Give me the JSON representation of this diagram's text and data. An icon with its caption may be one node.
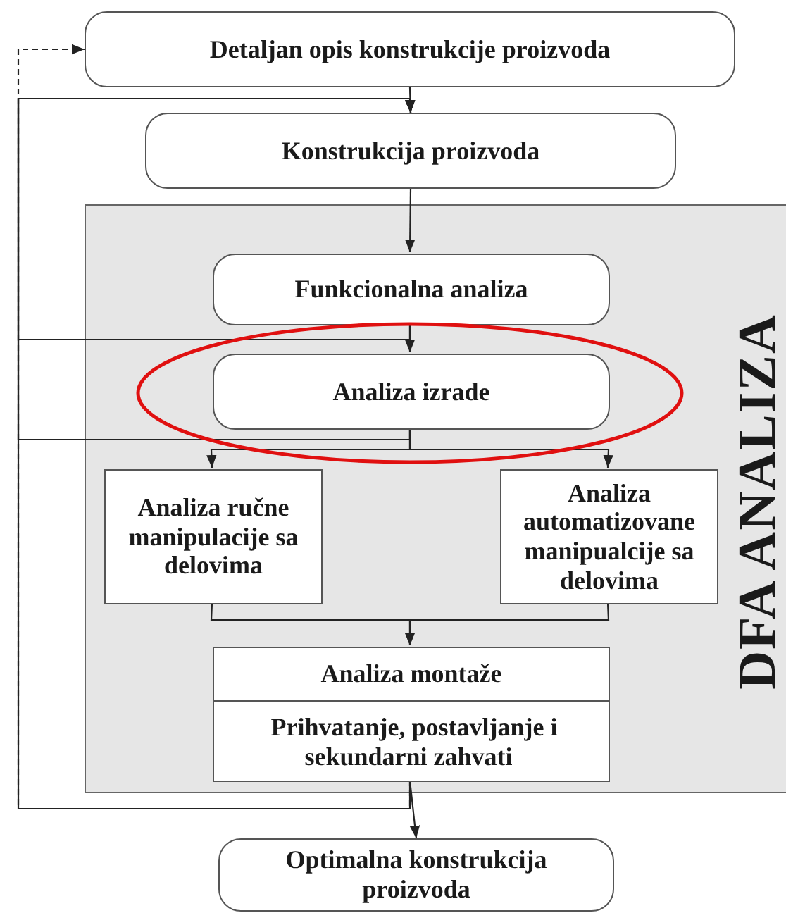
{
  "diagram": {
    "nodes": [
      {
        "text": [
          "Detaljan opis konstrukcije proizvoda"
        ]
      },
      {
        "text": [
          "Konstrukcija proizvoda"
        ]
      },
      {
        "text": [
          "DFA ANALIZA"
        ]
      },
      {
        "text": [
          "Funkcionalna analiza"
        ],
        "in": 2
      },
      {
        "text": [
          "Analiza izrade"
        ],
        "in": 2
      },
      {
        "text": [
          "Analiza ručne manipulacije sa delovima"
        ],
        "in": 2
      },
      {
        "text": [
          "Analiza automatizovane manipualcije sa delovima"
        ],
        "in": 2
      },
      {
        "text": [
          "Analiza montaže",
          "Prihvatanje, postavljanje i sekundarni zahvati"
        ],
        "in": 2
      },
      {
        "text": [
          "Optimalna konstrukcija proizvoda"
        ]
      }
    ],
    "edges": [
      {
        "from": 0,
        "to": 1,
        "arrow": "to"
      },
      {
        "from": 1,
        "to": 3,
        "arrow": "to"
      },
      {
        "from": 3,
        "to": 4,
        "arrow": "to"
      },
      {
        "from": 4,
        "to": 5,
        "arrow": "to"
      },
      {
        "from": 4,
        "to": 6,
        "arrow": "to"
      },
      {
        "from": 5,
        "to": 7,
        "arrow": "to"
      },
      {
        "from": 6,
        "to": 7,
        "arrow": "to"
      },
      {
        "from": 7,
        "to": 8,
        "arrow": "to"
      },
      {
        "from": 7,
        "to": 1,
        "arrow": "to"
      },
      {
        "from": 7,
        "to": 0,
        "arrow": "to",
        "style": "dashed"
      },
      {
        "from": 3,
        "to": 1,
        "arrow": "to"
      },
      {
        "from": 4,
        "to": 1,
        "arrow": "to"
      }
    ]
  }
}
